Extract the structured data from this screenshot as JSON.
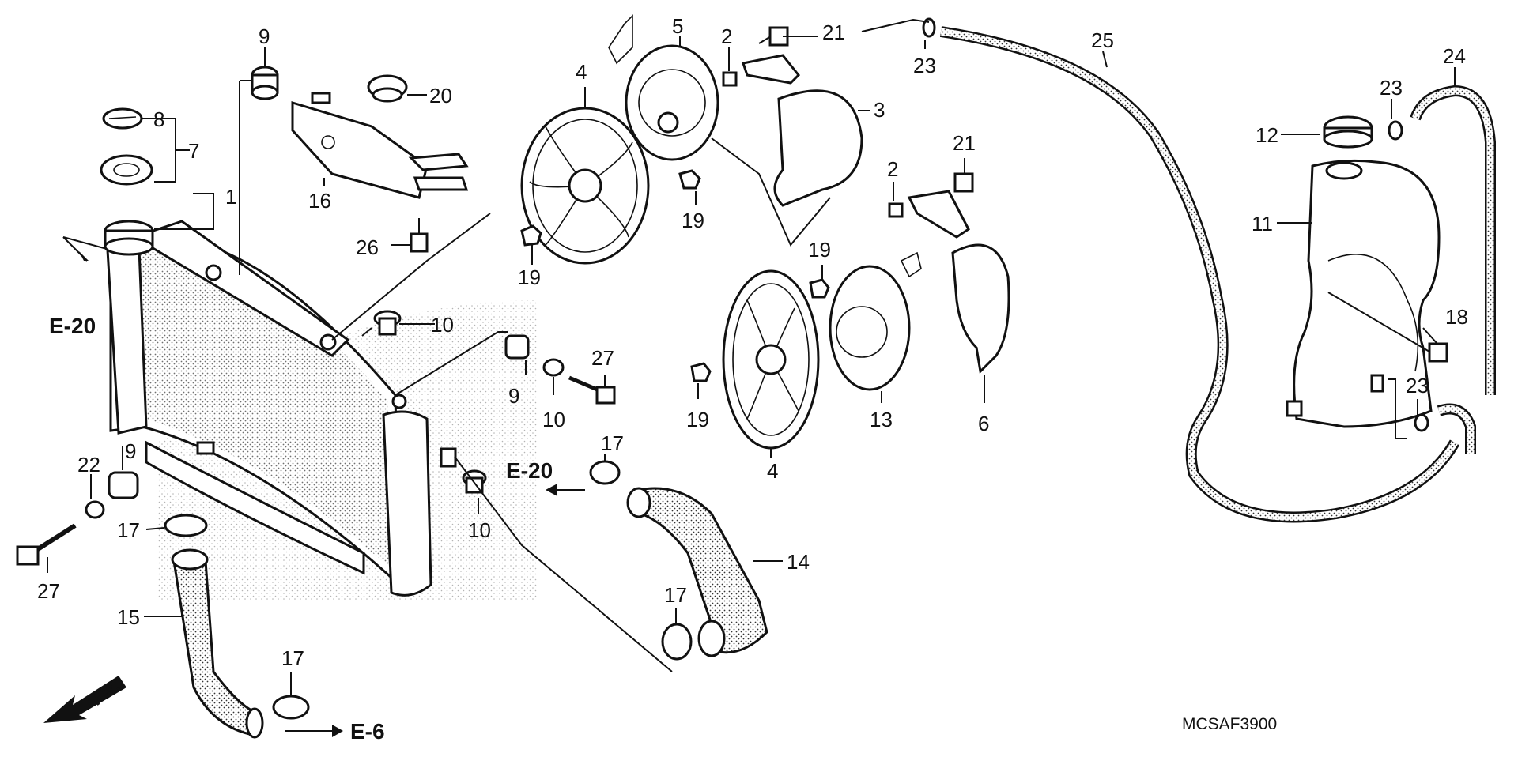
{
  "diagram": {
    "code": "MCSAF3900",
    "front_label": "FR.",
    "part_labels": {
      "p9a": "9",
      "p20": "20",
      "p8": "8",
      "p7": "7",
      "p1": "1",
      "p16": "16",
      "p26": "26",
      "p10a": "10",
      "p9b": "9",
      "p10b": "10",
      "p27a": "27",
      "p22": "22",
      "p9c": "9",
      "p17a": "17",
      "p27b": "27",
      "p15": "15",
      "p17b": "17",
      "p10c": "10",
      "p17c": "17",
      "p17d": "17",
      "p14": "14",
      "p4a": "4",
      "p5": "5",
      "p2a": "2",
      "p21a": "21",
      "p3": "3",
      "p19a": "19",
      "p19b": "19",
      "p2b": "2",
      "p21b": "21",
      "p19c": "19",
      "p13": "13",
      "p6": "6",
      "p19d": "19",
      "p4b": "4",
      "p23a": "23",
      "p25": "25",
      "p24": "24",
      "p23b": "23",
      "p12": "12",
      "p11": "11",
      "p18": "18",
      "p23c": "23"
    },
    "refs": {
      "r1": "E-20",
      "r2": "E-20",
      "r3": "E-6"
    }
  }
}
